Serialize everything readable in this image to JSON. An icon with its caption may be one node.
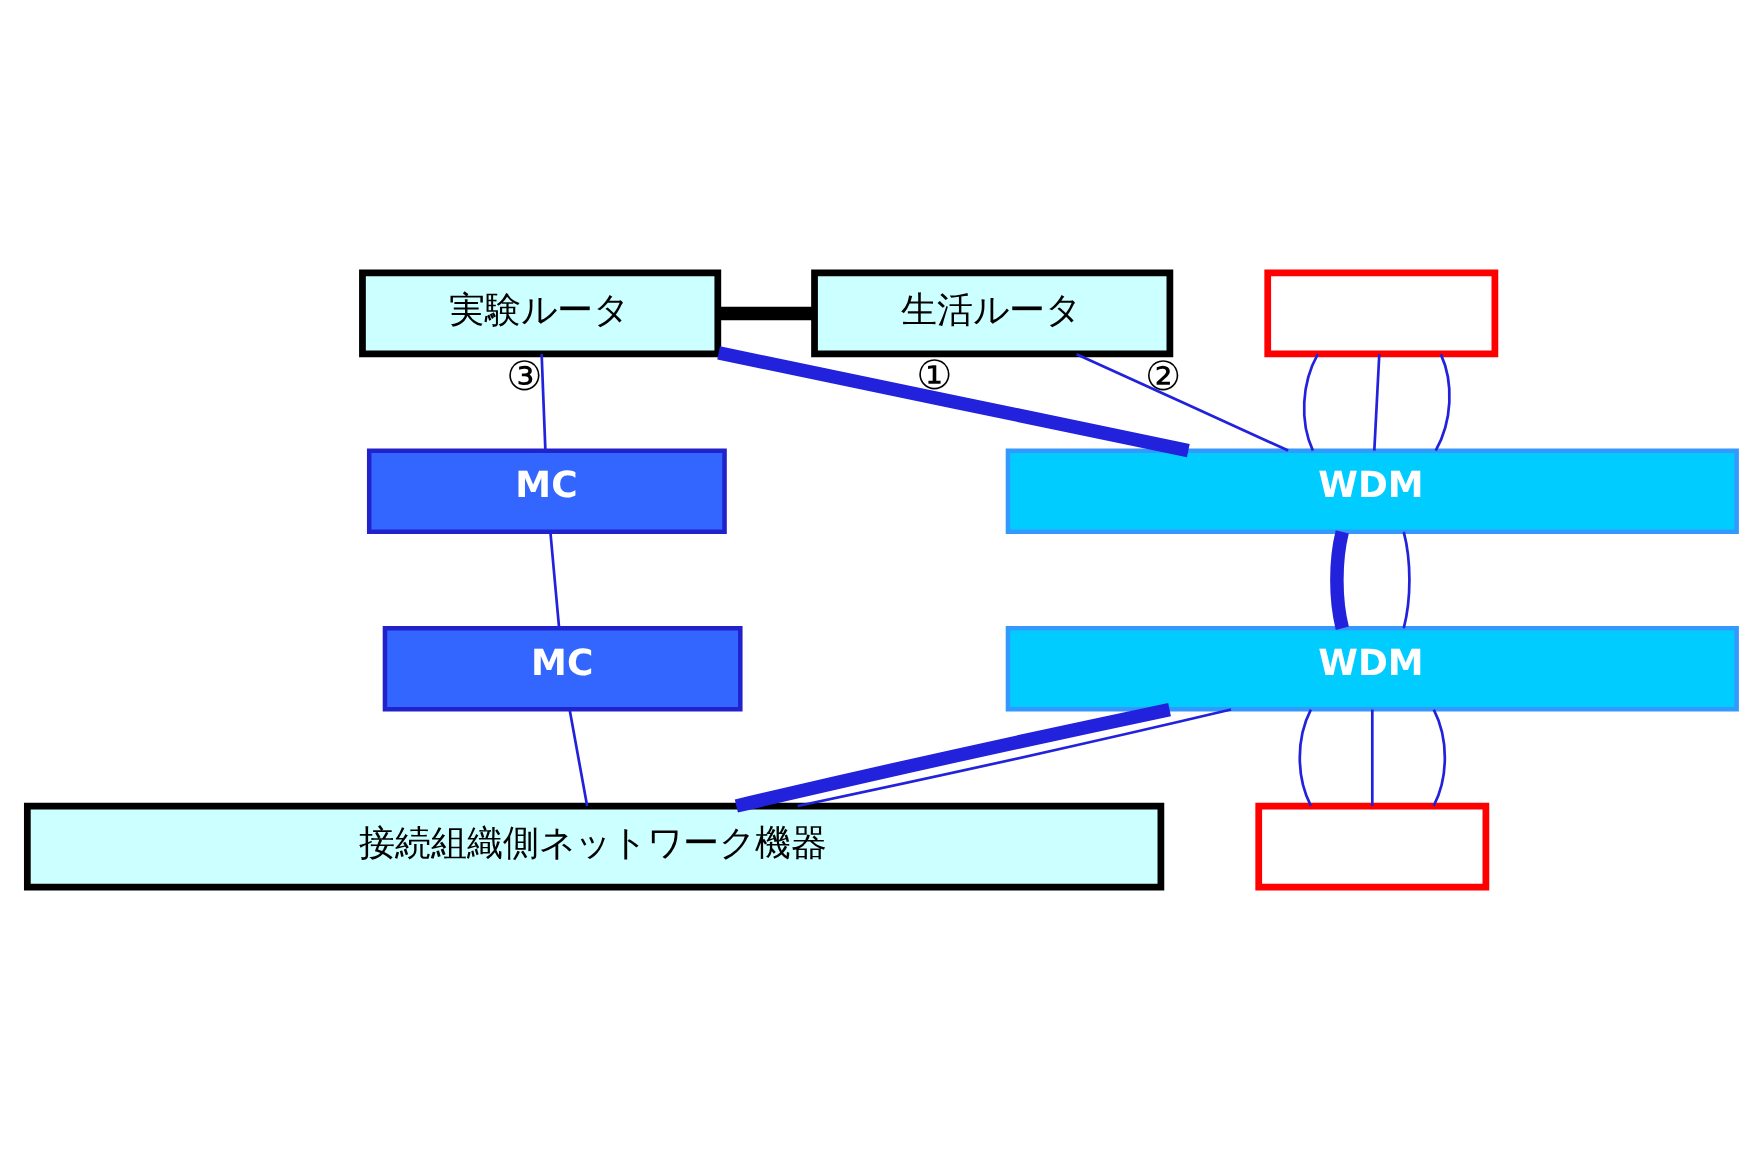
{
  "diagram": {
    "nodes": [
      {
        "text": [
          "実験ルータ"
        ]
      },
      {
        "text": [
          "生活ルータ"
        ]
      },
      {
        "text": [
          "MC"
        ]
      },
      {
        "text": [
          "WDM"
        ]
      },
      {
        "text": [
          "MC"
        ]
      },
      {
        "text": [
          "WDM"
        ]
      },
      {
        "text": [
          "接続組織側ネットワーク機器"
        ]
      },
      {
        "text": [],
        "shape": "box"
      },
      {
        "text": [],
        "shape": "box"
      }
    ],
    "edges": [
      {
        "from": 0,
        "to": 1,
        "arrow": "none",
        "style": "thick",
        "color": "#000000"
      },
      {
        "from": 0,
        "to": 3,
        "arrow": "none",
        "style": "thick",
        "label": "①"
      },
      {
        "from": 0,
        "to": 2,
        "arrow": "none",
        "label": "③"
      },
      {
        "from": 1,
        "to": 3,
        "arrow": "none",
        "label": "②"
      },
      {
        "from": 7,
        "to": 3,
        "arrow": "none"
      },
      {
        "from": 7,
        "to": 3,
        "arrow": "none"
      },
      {
        "from": 7,
        "to": 3,
        "arrow": "none"
      },
      {
        "from": 2,
        "to": 4,
        "arrow": "none"
      },
      {
        "from": 3,
        "to": 5,
        "arrow": "none",
        "style": "thick"
      },
      {
        "from": 3,
        "to": 5,
        "arrow": "none"
      },
      {
        "from": 5,
        "to": 8,
        "arrow": "none"
      },
      {
        "from": 5,
        "to": 8,
        "arrow": "none"
      },
      {
        "from": 5,
        "to": 8,
        "arrow": "none"
      },
      {
        "from": 4,
        "to": 6,
        "arrow": "none"
      },
      {
        "from": 5,
        "to": 6,
        "arrow": "none",
        "style": "thick"
      },
      {
        "from": 5,
        "to": 6,
        "arrow": "none"
      }
    ]
  }
}
